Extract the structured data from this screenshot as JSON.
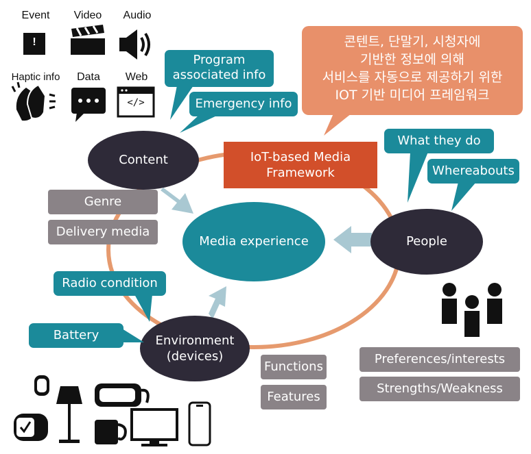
{
  "media_icons": {
    "event": "Event",
    "video": "Video",
    "audio": "Audio",
    "haptic": "Haptic info",
    "data": "Data",
    "web": "Web",
    "web_glyph": "</>",
    "event_glyph": "!"
  },
  "nodes": {
    "content": "Content",
    "media_experience": "Media experience",
    "people": "People",
    "environment_line1": "Environment",
    "environment_line2": "(devices)"
  },
  "framework_label_line1": "IoT-based Media",
  "framework_label_line2": "Framework",
  "korean_callout": {
    "line1": "콘텐트, 단말기, 시청자에",
    "line2": "기반한 정보에 의해",
    "line3": "서비스를 자동으로 제공하기 위한",
    "line4": "IOT 기반 미디어 프레임워크"
  },
  "content_callouts": {
    "program_line1": "Program",
    "program_line2": "associated info",
    "emergency": "Emergency info"
  },
  "content_tags": {
    "genre": "Genre",
    "delivery": "Delivery media"
  },
  "people_callouts": {
    "what_they_do": "What they do",
    "whereabouts": "Whereabouts"
  },
  "people_tags": {
    "preferences": "Preferences/interests",
    "strengths": "Strengths/Weakness"
  },
  "environment_callouts": {
    "radio": "Radio condition",
    "battery": "Battery"
  },
  "environment_tags": {
    "functions": "Functions",
    "features": "Features"
  },
  "colors": {
    "teal": "#1b8a9a",
    "dark_node": "#2e2a38",
    "orange_ring": "#e69a6e",
    "framework_red": "#d24f2a",
    "korean_box": "#e8906a",
    "gray_tag": "#8a8387",
    "arrow": "#a9c8d2"
  }
}
